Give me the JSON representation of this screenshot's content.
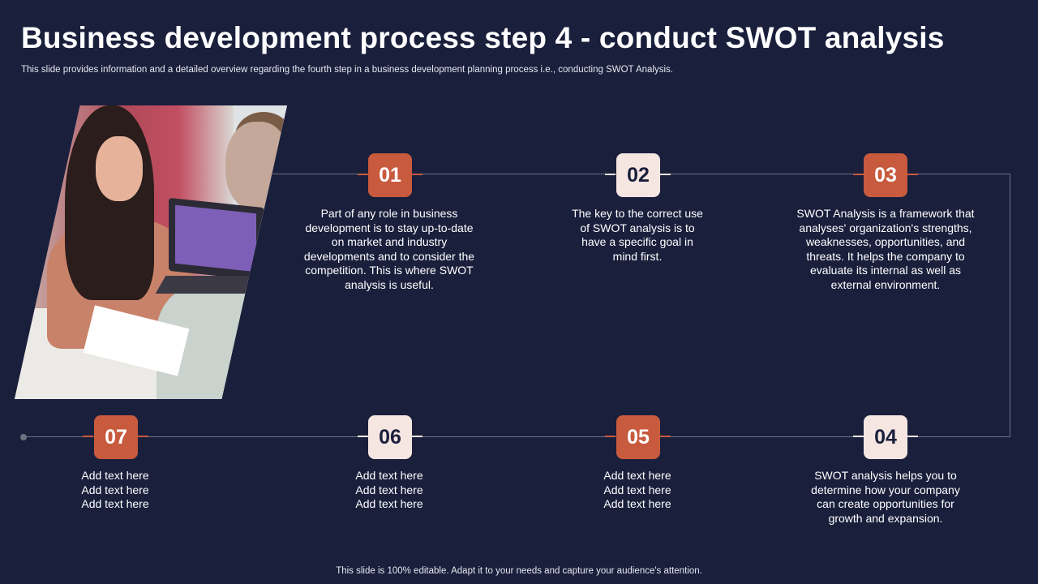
{
  "title": "Business development process step 4 - conduct SWOT analysis",
  "subtitle": "This slide provides information and a detailed overview regarding the fourth step in a business development planning process i.e., conducting SWOT Analysis.",
  "footer": "This slide is 100% editable. Adapt it to your needs and capture your audience's attention.",
  "colors": {
    "background": "#1a1f3c",
    "accent": "#c85a3e",
    "light": "#f5e6e2",
    "line": "#6e7280"
  },
  "steps": [
    {
      "num": "01",
      "text": [
        "Part of any role in business",
        "development is to stay up-to-date",
        "on market and industry",
        "developments and to consider the",
        "competition. This is where SWOT",
        "analysis is useful."
      ]
    },
    {
      "num": "02",
      "text": [
        "The key to the correct use",
        "of SWOT analysis is to",
        "have a specific goal in",
        "mind first."
      ]
    },
    {
      "num": "03",
      "text": [
        "SWOT Analysis is a framework that",
        "analyses' organization's strengths,",
        "weaknesses, opportunities, and",
        "threats. It helps the company to",
        "evaluate its internal as well as",
        "external environment."
      ]
    },
    {
      "num": "04",
      "text": [
        "SWOT analysis helps you to",
        "determine how your company",
        "can create opportunities for",
        "growth and expansion."
      ]
    },
    {
      "num": "05",
      "text": [
        "Add text here",
        "Add text here",
        "Add text here"
      ]
    },
    {
      "num": "06",
      "text": [
        "Add text here",
        "Add text here",
        "Add text here"
      ]
    },
    {
      "num": "07",
      "text": [
        "Add text here",
        "Add text here",
        "Add text here"
      ]
    }
  ]
}
